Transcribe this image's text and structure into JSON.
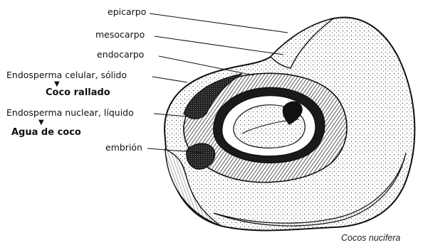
{
  "labels": {
    "epicarpo": "epicarpo",
    "mesocarpo": "mesocarpo",
    "endocarpo": "endocarpo",
    "endosperma_celular": "Endosperma celular, sólido",
    "coco_rallado": "Coco rallado",
    "endosperma_nuclear": "Endosperma nuclear, líquido",
    "agua_de_coco": "Agua de coco",
    "embrion": "embrión"
  },
  "caption": "Cocos nucifera",
  "colors": {
    "ink": "#111111",
    "background": "#ffffff"
  }
}
